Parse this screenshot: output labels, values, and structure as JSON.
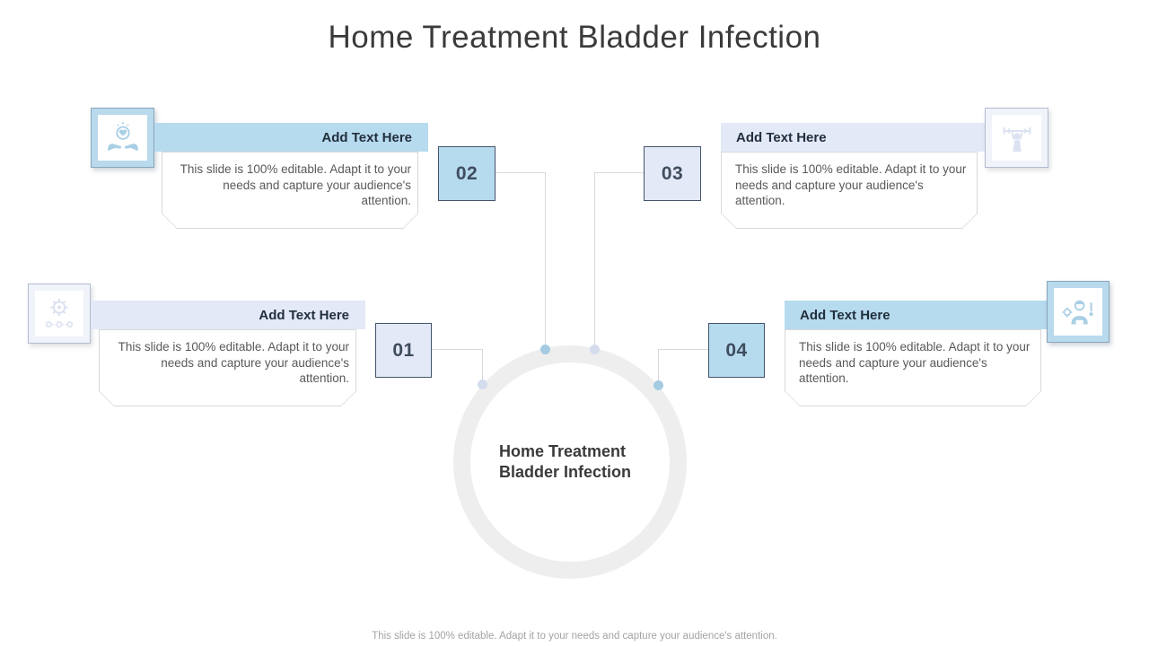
{
  "title": "Home Treatment Bladder Infection",
  "center_circle": {
    "line1": "Home Treatment",
    "line2": "Bladder Infection"
  },
  "footer": "This slide is 100% editable. Adapt it to your needs and capture your audience's attention.",
  "cards": {
    "c1": {
      "number": "01",
      "header": "Add Text Here",
      "body": "This slide is 100% editable. Adapt it to your needs and capture your audience's attention.",
      "icon": "gear-process-icon",
      "theme": "lavender"
    },
    "c2": {
      "number": "02",
      "header": "Add Text Here",
      "body": "This slide is 100% editable. Adapt it to your needs and capture your audience's attention.",
      "icon": "hands-heart-icon",
      "theme": "blue"
    },
    "c3": {
      "number": "03",
      "header": "Add Text Here",
      "body": "This slide is 100% editable. Adapt it to your needs and capture your audience's attention.",
      "icon": "weightlifting-icon",
      "theme": "lavender"
    },
    "c4": {
      "number": "04",
      "header": "Add Text Here",
      "body": "This slide is 100% editable. Adapt it to your needs and capture your audience's attention.",
      "icon": "person-gear-icon",
      "theme": "blue"
    }
  },
  "colors": {
    "blue_fill": "#b7dbee",
    "lavender_fill": "#e3e9f6",
    "number_border": "#44546a",
    "header_text": "#222f3d",
    "body_text": "#595959",
    "card_border": "#d8d8d8",
    "connector_line": "#d9d9d9",
    "circle_ring": "#eeeeee",
    "dot_blue": "#a5cbe2",
    "dot_lavender": "#d4dcee",
    "icon_blue": "#a9cfe5",
    "icon_lavender": "#dbe2f1",
    "title_color": "#3a3a3a",
    "footer_color": "#a3a3a3"
  }
}
